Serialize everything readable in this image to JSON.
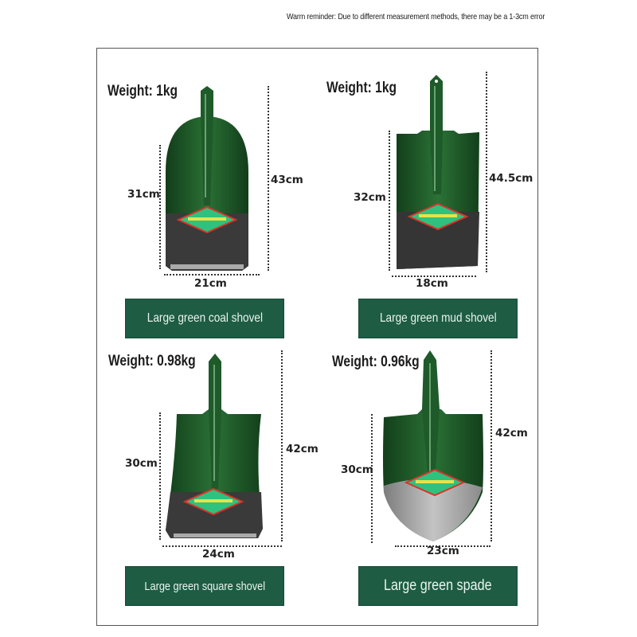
{
  "reminder": "Warm reminder: Due to different measurement methods, there may be a 1-3cm error",
  "colors": {
    "label_bg": "#1e5c44",
    "label_text": "#e8f5ee",
    "shovel_green": "#1f5a2a",
    "blade_dark": "#3b3b3b",
    "blade_steel": "#9a9a9a",
    "sticker_green": "#2ec27e",
    "sticker_border": "#d9342b"
  },
  "products": [
    {
      "name": "Large green coal shovel",
      "weight": "Weight: 1kg",
      "blade_length": "31cm",
      "total_length": "43cm",
      "width": "21cm"
    },
    {
      "name": "Large green mud shovel",
      "weight": "Weight: 1kg",
      "blade_length": "32cm",
      "total_length": "44.5cm",
      "width": "18cm"
    },
    {
      "name": "Large green square shovel",
      "weight": "Weight: 0.98kg",
      "blade_length": "30cm",
      "total_length": "42cm",
      "width": "24cm"
    },
    {
      "name": "Large green spade",
      "weight": "Weight: 0.96kg",
      "blade_length": "30cm",
      "total_length": "42cm",
      "width": "23cm"
    }
  ]
}
